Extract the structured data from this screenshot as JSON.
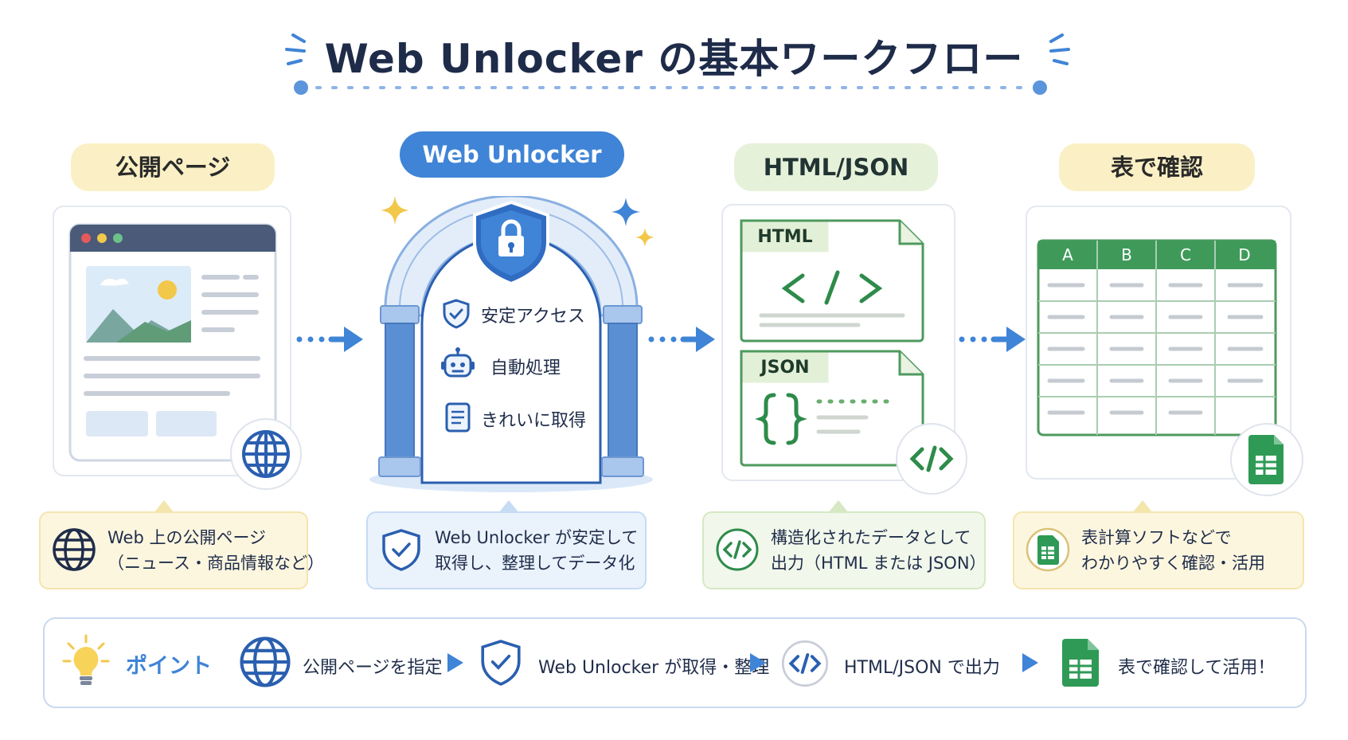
{
  "title": "Web Unlocker の基本ワークフロー",
  "steps": [
    {
      "label": "公開ページ",
      "desc_line1": "Web 上の公開ページ",
      "desc_line2": "（ニュース・商品情報など）"
    },
    {
      "label": "Web Unlocker",
      "desc_line1": "Web Unlocker が安定して",
      "desc_line2": "取得し、整理してデータ化",
      "features": [
        "安定アクセス",
        "自動処理",
        "きれいに取得"
      ]
    },
    {
      "label": "HTML/JSON",
      "desc_line1": "構造化されたデータとして",
      "desc_line2": "出力（HTML または JSON）",
      "doc_tags": [
        "HTML",
        "JSON"
      ]
    },
    {
      "label": "表で確認",
      "desc_line1": "表計算ソフトなどで",
      "desc_line2": "わかりやすく確認・活用",
      "columns": [
        "A",
        "B",
        "C",
        "D"
      ]
    }
  ],
  "point": {
    "label": "ポイント",
    "items": [
      "公開ページを指定",
      "Web Unlocker が取得・整理",
      "HTML/JSON で出力",
      "表で確認して活用！"
    ]
  },
  "colors": {
    "accent_blue": "#3f84d6",
    "dark_navy": "#1e2b49",
    "green": "#2e8b4a",
    "yellow_bg": "#fbf0c5"
  }
}
